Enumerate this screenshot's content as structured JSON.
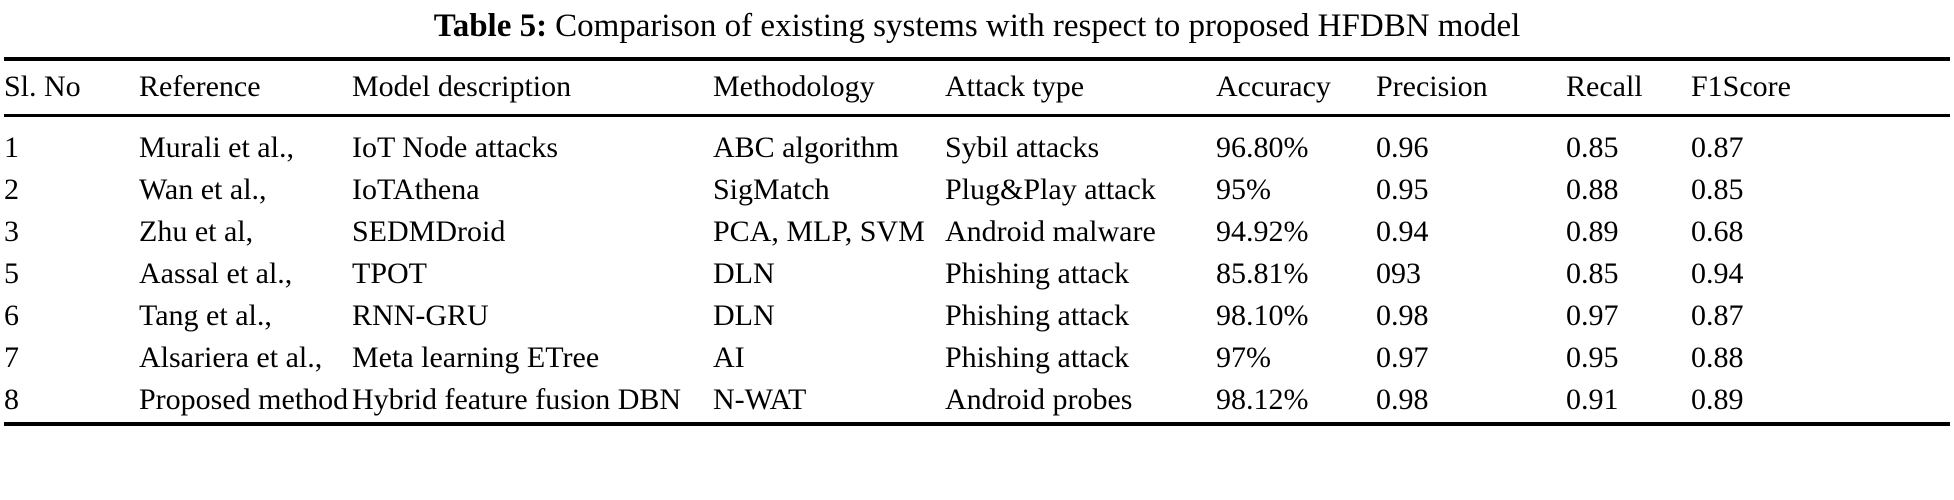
{
  "caption": {
    "label": "Table 5:",
    "text": "Comparison of existing systems with respect to proposed HFDBN model"
  },
  "table": {
    "columns": [
      "Sl. No",
      "Reference",
      "Model description",
      "Methodology",
      "Attack type",
      "Accuracy",
      "Precision",
      "Recall",
      "F1Score"
    ],
    "rows": [
      {
        "sl_no": "1",
        "reference": "Murali et al.,",
        "model_description": "IoT Node attacks",
        "methodology": "ABC algorithm",
        "attack_type": "Sybil attacks",
        "accuracy": "96.80%",
        "precision": "0.96",
        "recall": "0.85",
        "f1score": "0.87"
      },
      {
        "sl_no": "2",
        "reference": "Wan et al.,",
        "model_description": "IoTAthena",
        "methodology": "SigMatch",
        "attack_type": "Plug&Play attack",
        "accuracy": "95%",
        "precision": "0.95",
        "recall": "0.88",
        "f1score": "0.85"
      },
      {
        "sl_no": "3",
        "reference": "Zhu et al,",
        "model_description": "SEDMDroid",
        "methodology": "PCA, MLP, SVM",
        "attack_type": "Android malware",
        "accuracy": "94.92%",
        "precision": "0.94",
        "recall": "0.89",
        "f1score": "0.68"
      },
      {
        "sl_no": "5",
        "reference": "Aassal et al.,",
        "model_description": "TPOT",
        "methodology": "DLN",
        "attack_type": "Phishing attack",
        "accuracy": "85.81%",
        "precision": "093",
        "recall": "0.85",
        "f1score": "0.94"
      },
      {
        "sl_no": "6",
        "reference": "Tang et al.,",
        "model_description": "RNN-GRU",
        "methodology": "DLN",
        "attack_type": "Phishing attack",
        "accuracy": "98.10%",
        "precision": "0.98",
        "recall": "0.97",
        "f1score": "0.87"
      },
      {
        "sl_no": "7",
        "reference": "Alsariera et al.,",
        "model_description": "Meta learning ETree",
        "methodology": "AI",
        "attack_type": "Phishing attack",
        "accuracy": "97%",
        "precision": "0.97",
        "recall": "0.95",
        "f1score": "0.88"
      },
      {
        "sl_no": "8",
        "reference": "Proposed method",
        "model_description": "Hybrid feature fusion DBN",
        "methodology": "N-WAT",
        "attack_type": "Android probes",
        "accuracy": "98.12%",
        "precision": "0.98",
        "recall": "0.91",
        "f1score": "0.89"
      }
    ]
  }
}
